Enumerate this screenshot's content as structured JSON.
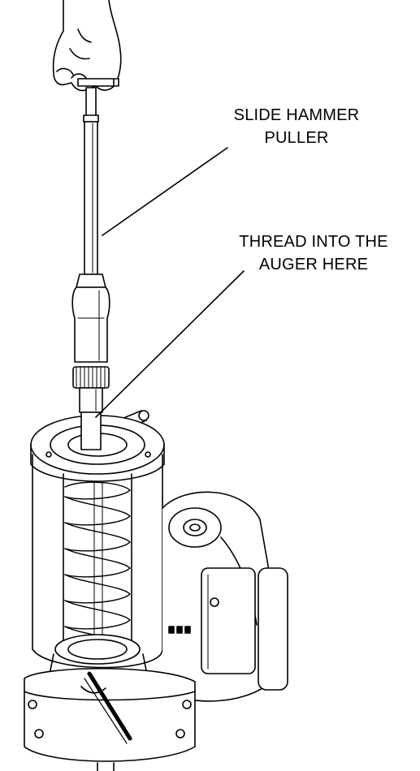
{
  "labels": {
    "slide_hammer": [
      "SLIDE HAMMER",
      "PULLER"
    ],
    "thread_auger": [
      "THREAD INTO THE",
      "AUGER HERE"
    ]
  },
  "colors": {
    "ink": "#000000",
    "paper": "#ffffff"
  }
}
